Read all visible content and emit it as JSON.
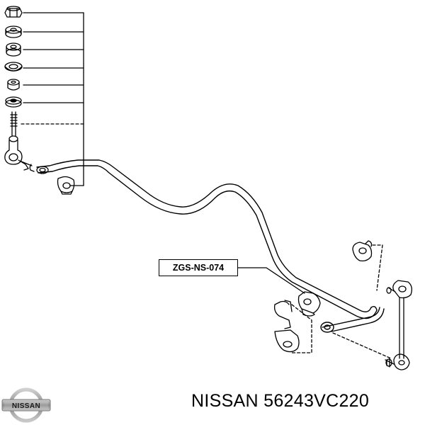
{
  "diagram": {
    "part_label": "ZGS-NS-074",
    "caption": "NISSAN 56243VC220"
  },
  "logo": {
    "text": "NISSAN"
  },
  "colors": {
    "ink": "#000000",
    "background": "#ffffff",
    "logo_gray": "#9a9a9a"
  }
}
